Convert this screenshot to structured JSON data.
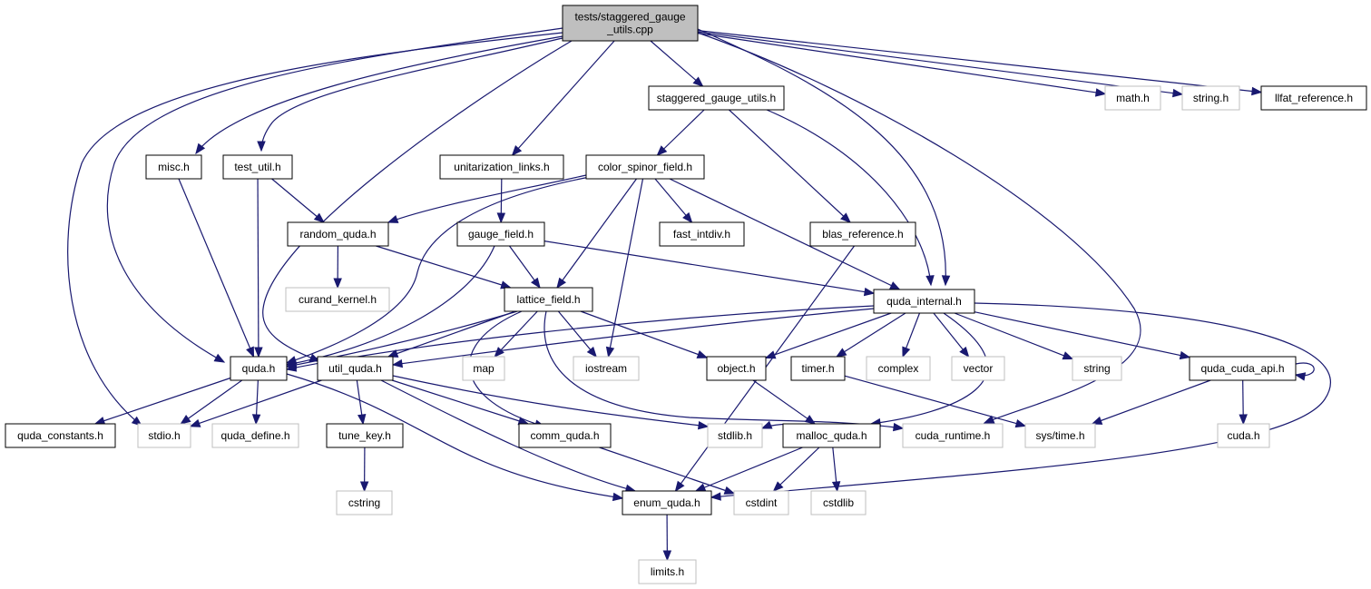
{
  "diagram": {
    "type": "include-dependency-graph",
    "colors": {
      "edge": "#191970",
      "root_fill": "#bfbfbf",
      "documented_border": "#000000",
      "external_border": "#bfbfbf",
      "external_text": "#404040"
    },
    "nodes": [
      {
        "id": "root",
        "lines": [
          "tests/staggered_gauge",
          "_utils.cpp"
        ],
        "style": "root"
      },
      {
        "id": "staggered_gauge_utils_h",
        "label": "staggered_gauge_utils.h",
        "style": "documented"
      },
      {
        "id": "math_h",
        "label": "math.h",
        "style": "external"
      },
      {
        "id": "string_h",
        "label": "string.h",
        "style": "external"
      },
      {
        "id": "llfat_reference_h",
        "label": "llfat_reference.h",
        "style": "documented"
      },
      {
        "id": "misc_h",
        "label": "misc.h",
        "style": "documented"
      },
      {
        "id": "test_util_h",
        "label": "test_util.h",
        "style": "documented"
      },
      {
        "id": "unitarization_links_h",
        "label": "unitarization_links.h",
        "style": "documented"
      },
      {
        "id": "color_spinor_field_h",
        "label": "color_spinor_field.h",
        "style": "documented"
      },
      {
        "id": "random_quda_h",
        "label": "random_quda.h",
        "style": "documented"
      },
      {
        "id": "gauge_field_h",
        "label": "gauge_field.h",
        "style": "documented"
      },
      {
        "id": "fast_intdiv_h",
        "label": "fast_intdiv.h",
        "style": "documented"
      },
      {
        "id": "blas_reference_h",
        "label": "blas_reference.h",
        "style": "documented"
      },
      {
        "id": "curand_kernel_h",
        "label": "curand_kernel.h",
        "style": "external"
      },
      {
        "id": "lattice_field_h",
        "label": "lattice_field.h",
        "style": "documented"
      },
      {
        "id": "quda_internal_h",
        "label": "quda_internal.h",
        "style": "documented"
      },
      {
        "id": "quda_h",
        "label": "quda.h",
        "style": "documented"
      },
      {
        "id": "util_quda_h",
        "label": "util_quda.h",
        "style": "documented"
      },
      {
        "id": "map",
        "label": "map",
        "style": "external"
      },
      {
        "id": "iostream",
        "label": "iostream",
        "style": "external"
      },
      {
        "id": "object_h",
        "label": "object.h",
        "style": "documented"
      },
      {
        "id": "timer_h",
        "label": "timer.h",
        "style": "documented"
      },
      {
        "id": "complex",
        "label": "complex",
        "style": "external"
      },
      {
        "id": "vector",
        "label": "vector",
        "style": "external"
      },
      {
        "id": "string",
        "label": "string",
        "style": "external"
      },
      {
        "id": "quda_cuda_api_h",
        "label": "quda_cuda_api.h",
        "style": "documented"
      },
      {
        "id": "quda_constants_h",
        "label": "quda_constants.h",
        "style": "documented"
      },
      {
        "id": "stdio_h",
        "label": "stdio.h",
        "style": "external"
      },
      {
        "id": "quda_define_h",
        "label": "quda_define.h",
        "style": "external"
      },
      {
        "id": "tune_key_h",
        "label": "tune_key.h",
        "style": "documented"
      },
      {
        "id": "comm_quda_h",
        "label": "comm_quda.h",
        "style": "documented"
      },
      {
        "id": "stdlib_h",
        "label": "stdlib.h",
        "style": "external"
      },
      {
        "id": "malloc_quda_h",
        "label": "malloc_quda.h",
        "style": "documented"
      },
      {
        "id": "cuda_runtime_h",
        "label": "cuda_runtime.h",
        "style": "external"
      },
      {
        "id": "sys_time_h",
        "label": "sys/time.h",
        "style": "external"
      },
      {
        "id": "cuda_h",
        "label": "cuda.h",
        "style": "external"
      },
      {
        "id": "cstring",
        "label": "cstring",
        "style": "external"
      },
      {
        "id": "enum_quda_h",
        "label": "enum_quda.h",
        "style": "documented"
      },
      {
        "id": "cstdint",
        "label": "cstdint",
        "style": "external"
      },
      {
        "id": "cstdlib",
        "label": "cstdlib",
        "style": "external"
      },
      {
        "id": "limits_h",
        "label": "limits.h",
        "style": "external"
      }
    ],
    "edges": [
      [
        "root",
        "staggered_gauge_utils_h"
      ],
      [
        "root",
        "math_h"
      ],
      [
        "root",
        "string_h"
      ],
      [
        "root",
        "llfat_reference_h"
      ],
      [
        "root",
        "misc_h"
      ],
      [
        "root",
        "test_util_h"
      ],
      [
        "root",
        "unitarization_links_h"
      ],
      [
        "root",
        "quda_h"
      ],
      [
        "root",
        "stdio_h"
      ],
      [
        "root",
        "util_quda_h"
      ],
      [
        "root",
        "quda_internal_h"
      ],
      [
        "root",
        "cuda_runtime_h"
      ],
      [
        "staggered_gauge_utils_h",
        "color_spinor_field_h"
      ],
      [
        "staggered_gauge_utils_h",
        "blas_reference_h"
      ],
      [
        "staggered_gauge_utils_h",
        "quda_internal_h"
      ],
      [
        "misc_h",
        "quda_h"
      ],
      [
        "test_util_h",
        "random_quda_h"
      ],
      [
        "test_util_h",
        "quda_h"
      ],
      [
        "unitarization_links_h",
        "gauge_field_h"
      ],
      [
        "color_spinor_field_h",
        "random_quda_h"
      ],
      [
        "color_spinor_field_h",
        "fast_intdiv_h"
      ],
      [
        "color_spinor_field_h",
        "lattice_field_h"
      ],
      [
        "color_spinor_field_h",
        "iostream"
      ],
      [
        "color_spinor_field_h",
        "quda_internal_h"
      ],
      [
        "color_spinor_field_h",
        "quda_h"
      ],
      [
        "random_quda_h",
        "curand_kernel_h"
      ],
      [
        "random_quda_h",
        "lattice_field_h"
      ],
      [
        "gauge_field_h",
        "lattice_field_h"
      ],
      [
        "gauge_field_h",
        "quda_internal_h"
      ],
      [
        "gauge_field_h",
        "quda_h"
      ],
      [
        "blas_reference_h",
        "enum_quda_h"
      ],
      [
        "lattice_field_h",
        "quda_h"
      ],
      [
        "lattice_field_h",
        "util_quda_h"
      ],
      [
        "lattice_field_h",
        "map"
      ],
      [
        "lattice_field_h",
        "iostream"
      ],
      [
        "lattice_field_h",
        "object_h"
      ],
      [
        "lattice_field_h",
        "comm_quda_h"
      ],
      [
        "lattice_field_h",
        "cuda_runtime_h"
      ],
      [
        "quda_internal_h",
        "quda_h"
      ],
      [
        "quda_internal_h",
        "util_quda_h"
      ],
      [
        "quda_internal_h",
        "object_h"
      ],
      [
        "quda_internal_h",
        "timer_h"
      ],
      [
        "quda_internal_h",
        "complex"
      ],
      [
        "quda_internal_h",
        "vector"
      ],
      [
        "quda_internal_h",
        "string"
      ],
      [
        "quda_internal_h",
        "quda_cuda_api_h"
      ],
      [
        "quda_internal_h",
        "malloc_quda_h"
      ],
      [
        "quda_internal_h",
        "enum_quda_h"
      ],
      [
        "quda_h",
        "quda_constants_h"
      ],
      [
        "quda_h",
        "stdio_h"
      ],
      [
        "quda_h",
        "quda_define_h"
      ],
      [
        "quda_h",
        "enum_quda_h"
      ],
      [
        "util_quda_h",
        "stdio_h"
      ],
      [
        "util_quda_h",
        "tune_key_h"
      ],
      [
        "util_quda_h",
        "comm_quda_h"
      ],
      [
        "util_quda_h",
        "stdlib_h"
      ],
      [
        "util_quda_h",
        "enum_quda_h"
      ],
      [
        "object_h",
        "malloc_quda_h"
      ],
      [
        "timer_h",
        "sys_time_h"
      ],
      [
        "quda_cuda_api_h",
        "quda_cuda_api_h"
      ],
      [
        "quda_cuda_api_h",
        "cuda_h"
      ],
      [
        "quda_cuda_api_h",
        "sys_time_h"
      ],
      [
        "tune_key_h",
        "cstring"
      ],
      [
        "comm_quda_h",
        "cstdint"
      ],
      [
        "malloc_quda_h",
        "enum_quda_h"
      ],
      [
        "malloc_quda_h",
        "cstdint"
      ],
      [
        "malloc_quda_h",
        "cstdlib"
      ],
      [
        "malloc_quda_h",
        "stdlib_h"
      ],
      [
        "enum_quda_h",
        "limits_h"
      ]
    ]
  }
}
